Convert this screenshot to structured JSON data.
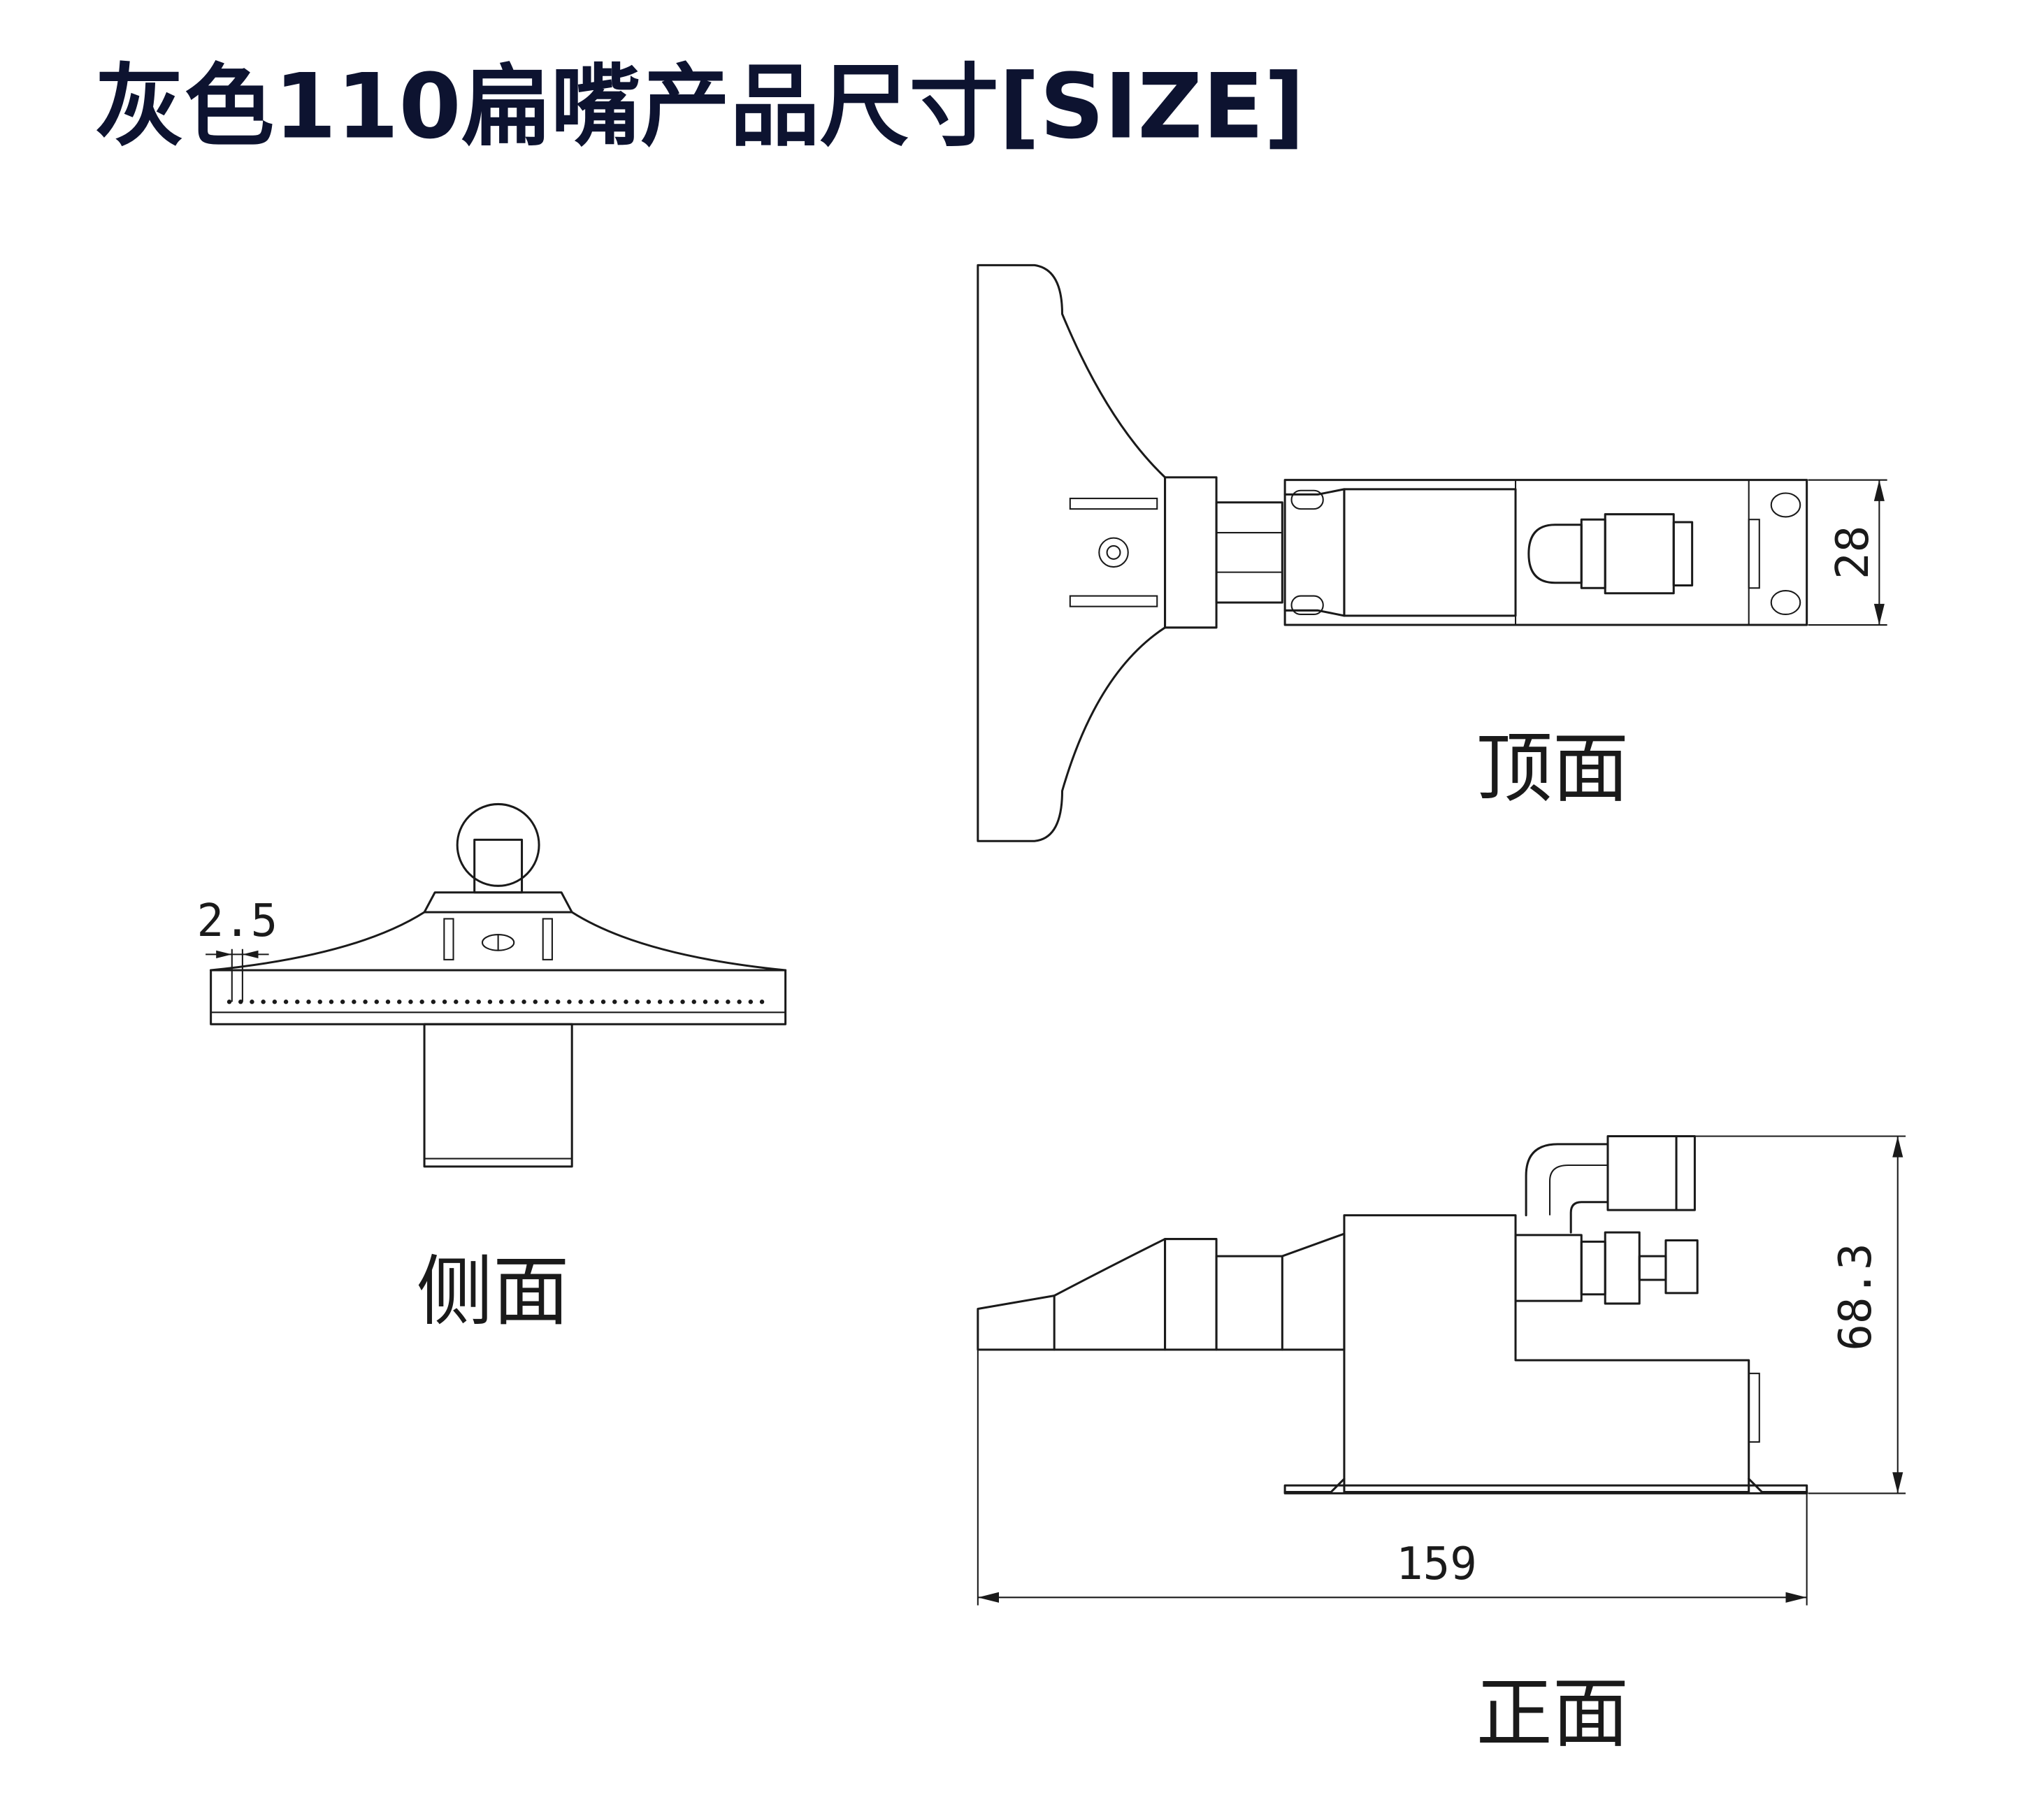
{
  "title": "灰色110扁嘴产品尺寸[SIZE]",
  "views": {
    "top": {
      "label": "顶面"
    },
    "side": {
      "label": "侧面"
    },
    "front": {
      "label": "正面"
    }
  },
  "dimensions": {
    "top_width": "28",
    "front_height": "68.3",
    "front_length": "159",
    "side_slot_pitch": "2.5"
  },
  "colors": {
    "title": "#0d1330",
    "line": "#1a1a1a",
    "background": "#ffffff"
  }
}
